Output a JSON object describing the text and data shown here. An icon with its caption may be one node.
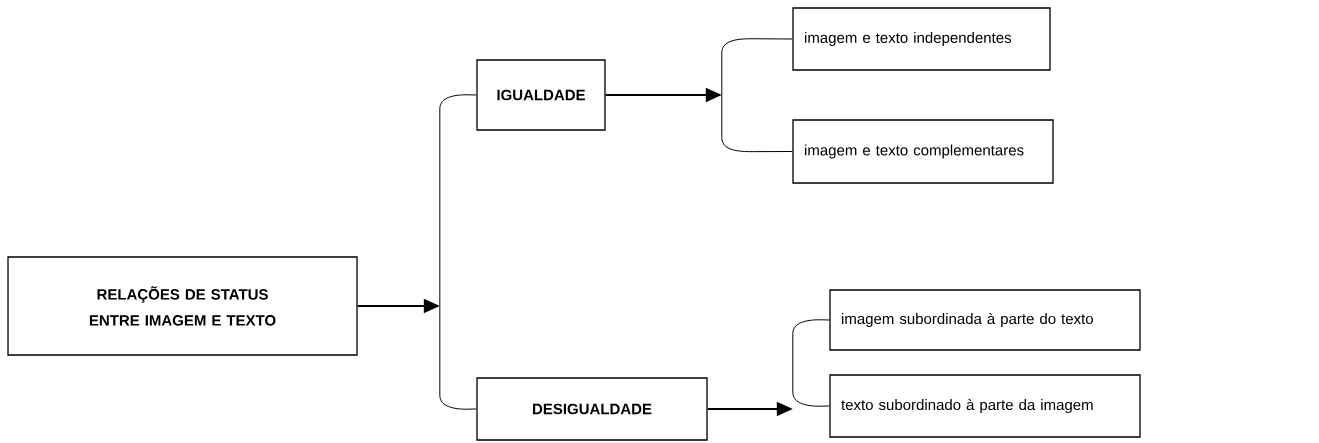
{
  "diagram": {
    "nodes": [
      {
        "text": [
          "RELAÇÕES DE STATUS ENTRE IMAGEM E TEXTO"
        ]
      },
      {
        "text": [],
        "shape": "bracket"
      },
      {
        "text": [
          "IGUALDADE"
        ]
      },
      {
        "text": [
          "DESIGUALDADE"
        ]
      },
      {
        "text": [],
        "shape": "bracket"
      },
      {
        "text": [
          "imagem e texto independentes"
        ]
      },
      {
        "text": [
          "imagem e texto complementares"
        ]
      },
      {
        "text": [],
        "shape": "bracket"
      },
      {
        "text": [
          "imagem subordinada à parte do texto"
        ]
      },
      {
        "text": [
          "texto subordinado à parte da imagem"
        ]
      }
    ],
    "edges": [
      {
        "from": 0,
        "to": 1,
        "arrow": "to"
      },
      {
        "from": 1,
        "to": 2,
        "arrow": "none"
      },
      {
        "from": 1,
        "to": 3,
        "arrow": "none"
      },
      {
        "from": 2,
        "to": 4,
        "arrow": "to"
      },
      {
        "from": 4,
        "to": 5,
        "arrow": "none"
      },
      {
        "from": 4,
        "to": 6,
        "arrow": "none"
      },
      {
        "from": 3,
        "to": 7,
        "arrow": "to"
      },
      {
        "from": 7,
        "to": 8,
        "arrow": "none"
      },
      {
        "from": 7,
        "to": 9,
        "arrow": "none"
      }
    ]
  }
}
